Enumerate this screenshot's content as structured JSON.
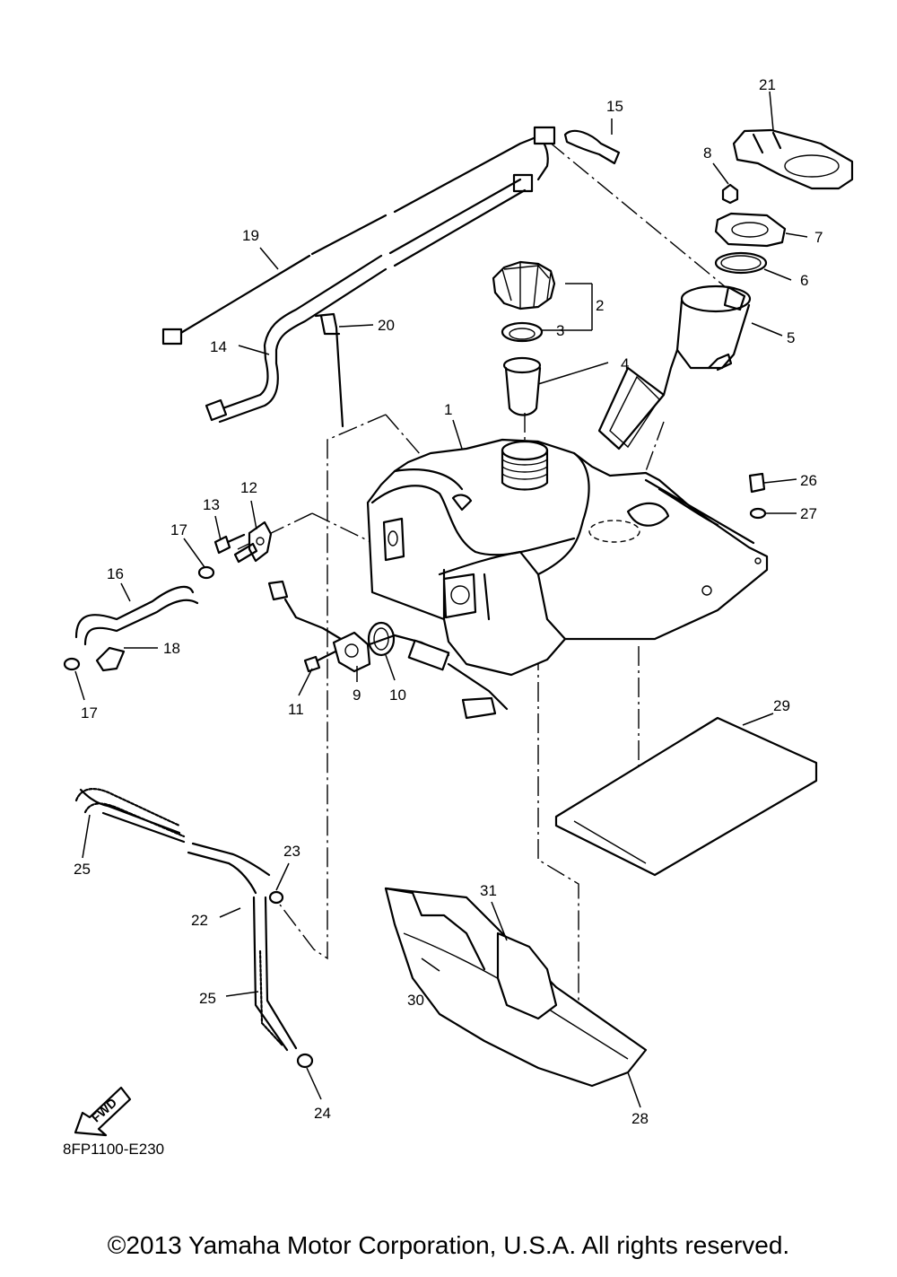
{
  "diagram_code": "8FP1100-E230",
  "fwd_label": "FWD",
  "copyright": "©2013 Yamaha Motor Corporation, U.S.A. All rights reserved.",
  "callouts": {
    "c1": "1",
    "c2": "2",
    "c3": "3",
    "c4": "4",
    "c5": "5",
    "c6": "6",
    "c7": "7",
    "c8": "8",
    "c9": "9",
    "c10": "10",
    "c11": "11",
    "c12": "12",
    "c13": "13",
    "c14": "14",
    "c15": "15",
    "c16": "16",
    "c17a": "17",
    "c17b": "17",
    "c18": "18",
    "c19": "19",
    "c20": "20",
    "c21": "21",
    "c22": "22",
    "c23": "23",
    "c24": "24",
    "c25a": "25",
    "c25b": "25",
    "c26": "26",
    "c27": "27",
    "c28": "28",
    "c29": "29",
    "c30": "30",
    "c31": "31"
  }
}
